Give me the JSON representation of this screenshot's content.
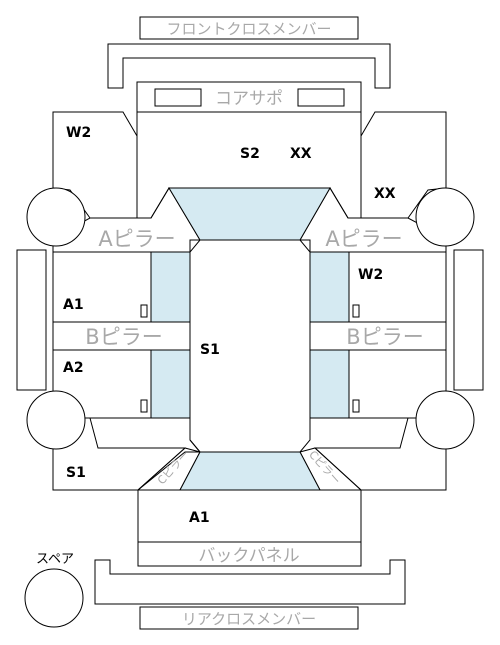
{
  "labels": {
    "front_cross_member": "フロントクロスメンバー",
    "core_support": "コアサポ",
    "a_pillar_left": "Aピラー",
    "a_pillar_right": "Aピラー",
    "b_pillar_left": "Bピラー",
    "b_pillar_right": "Bピラー",
    "c_pillar_left": "Cピラー",
    "c_pillar_right": "Cピラー",
    "back_panel": "バックパネル",
    "rear_cross_member": "リアクロスメンバー",
    "spare": "スペア"
  },
  "grades": {
    "front_left_fender": "W2",
    "roof_front": "S2",
    "front_panel": "XX",
    "front_right_fender": "XX",
    "right_front_door": "W2",
    "left_front_door": "A1",
    "left_rear_door": "A2",
    "roof": "S1",
    "left_rear_quarter": "S1",
    "trunk": "A1"
  },
  "colors": {
    "outline": "#000000",
    "glass": "#d5eaf2",
    "gray_text": "#a8a8a8"
  }
}
